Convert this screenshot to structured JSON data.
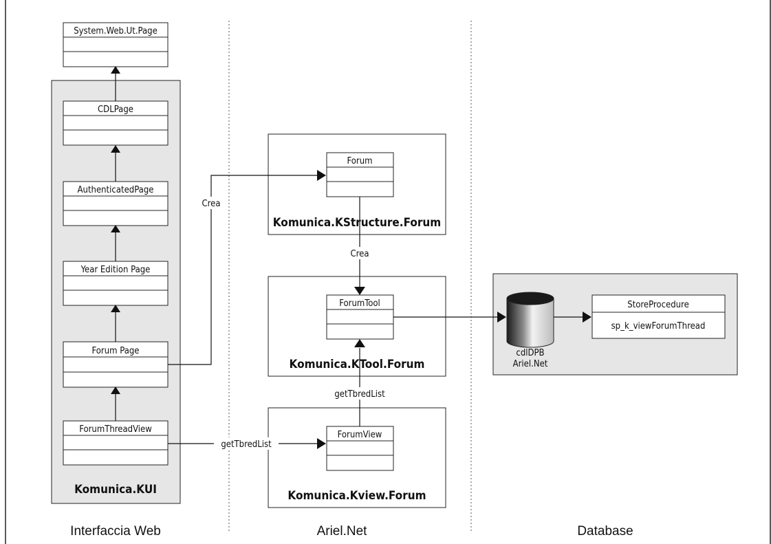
{
  "columns": {
    "web": "Interfaccia Web",
    "ariel": "Ariel.Net",
    "database": "Database"
  },
  "packages": {
    "kui": "Komunica.KUI",
    "kstructure": "Komunica.KStructure.Forum",
    "ktool": "Komunica.KTool.Forum",
    "kview": "Komunica.Kview.Forum"
  },
  "classes": {
    "system_page": "System.Web.Ut.Page",
    "cdl_page": "CDLPage",
    "authenticated_page": "AuthenticatedPage",
    "year_edition_page": "Year Edition Page",
    "forum_page": "Forum Page",
    "forum_thread_view": "ForumThreadView",
    "forum": "Forum",
    "forum_tool": "ForumTool",
    "forum_view": "ForumView",
    "store_procedure": "StoreProcedure",
    "sp_name": "sp_k_viewForumThread"
  },
  "database": {
    "db_line1": "cdlDPB",
    "db_line2": "Ariel.Net"
  },
  "arrows": {
    "crea_forum": "Crea",
    "crea_tool": "Crea",
    "get_list_view": "getTbredList",
    "get_list_tool": "getTbredList"
  },
  "colors": {
    "package_fill": "#e6e6e6",
    "line": "#111111",
    "background": "#ffffff"
  }
}
